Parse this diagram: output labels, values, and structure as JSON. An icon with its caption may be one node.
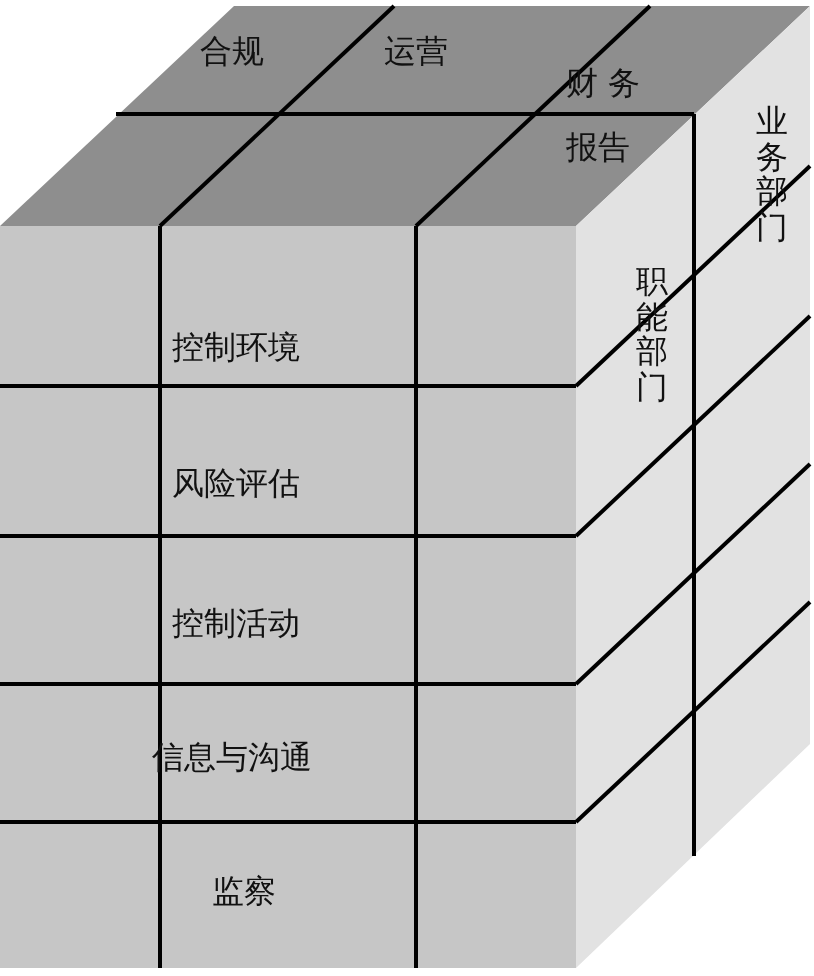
{
  "diagram": {
    "labels": [
      "合规",
      "运营",
      "财 务",
      "业务部门",
      "报告",
      "职能部门",
      "控制环境",
      "风险评估",
      "控制活动",
      "信息与沟通",
      "监察"
    ]
  }
}
